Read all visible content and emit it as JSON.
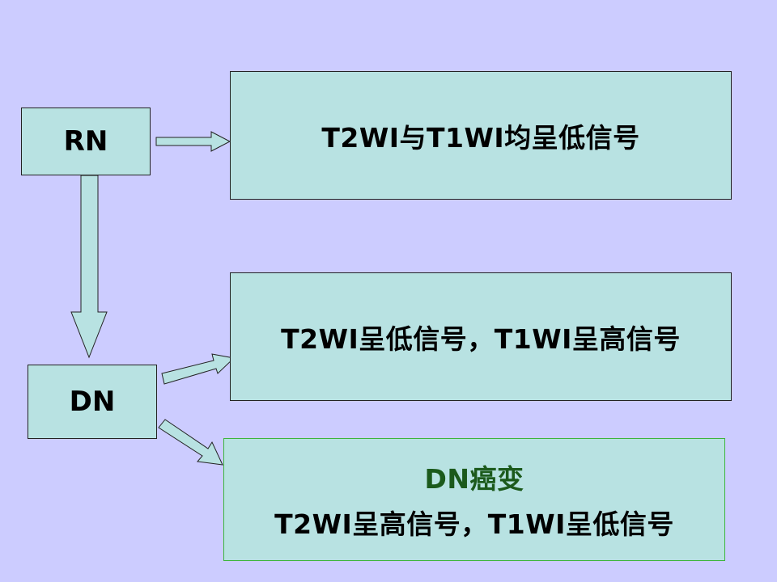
{
  "nodes": {
    "rn": "RN",
    "dn": "DN"
  },
  "descriptions": {
    "rn_signal": "T2WI与T1WI均呈低信号",
    "dn_signal": "T2WI呈低信号，T1WI呈高信号",
    "dn_cancer_title": "DN癌变",
    "dn_cancer_signal": "T2WI呈高信号，T1WI呈低信号"
  },
  "colors": {
    "background": "#ccccff",
    "box_fill": "#b8e2e2",
    "box_border": "#222222",
    "highlight_border": "#3cb43c",
    "highlight_text": "#1c5a1c",
    "arrow_fill": "#b8e2e2"
  }
}
